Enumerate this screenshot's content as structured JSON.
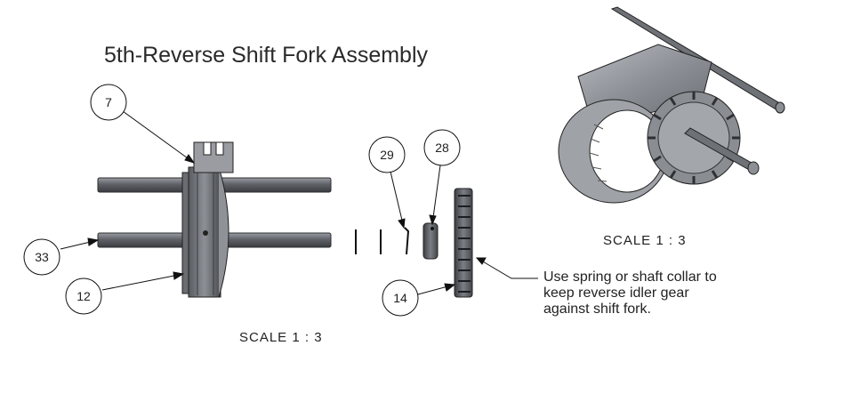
{
  "title": "5th-Reverse Shift Fork Assembly",
  "views": {
    "main_scale": "SCALE 1 : 3",
    "iso_scale": "SCALE 1 : 3"
  },
  "balloons": [
    {
      "id": "balloon-7",
      "label": "7"
    },
    {
      "id": "balloon-33",
      "label": "33"
    },
    {
      "id": "balloon-12",
      "label": "12"
    },
    {
      "id": "balloon-29",
      "label": "29"
    },
    {
      "id": "balloon-28",
      "label": "28"
    },
    {
      "id": "balloon-14",
      "label": "14"
    }
  ],
  "note": {
    "lines": [
      "Use spring or shaft collar to",
      "keep reverse idler gear",
      "against shift fork."
    ]
  }
}
